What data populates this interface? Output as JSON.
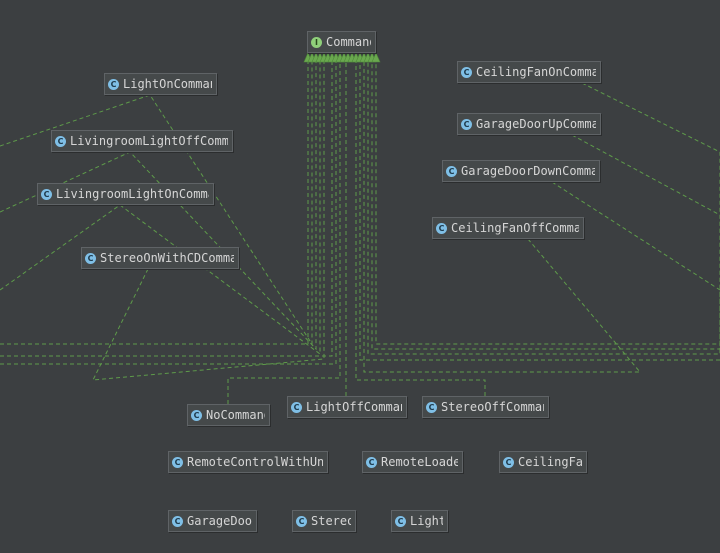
{
  "diagram": {
    "colors": {
      "background": "#3c3f41",
      "node_fill": "#45494a",
      "node_border": "#5f6366",
      "text": "#d6d6d6",
      "class_badge": "#7fbfe6",
      "interface_badge": "#8fd07a",
      "edge": "#5e9b4a"
    },
    "interface": {
      "name": "Command",
      "badge": "I"
    },
    "classes": [
      {
        "id": "LightOnCommand",
        "name": "LightOnCommand",
        "badge": "C",
        "implements": true
      },
      {
        "id": "LivingroomLightOffCommand",
        "name": "LivingroomLightOffCommanc",
        "badge": "C",
        "implements": true
      },
      {
        "id": "LivingroomLightOnCommand",
        "name": "LivingroomLightOnCommand",
        "badge": "C",
        "implements": true
      },
      {
        "id": "StereoOnWithCDCommand",
        "name": "StereoOnWithCDCommand",
        "badge": "C",
        "implements": true
      },
      {
        "id": "CeilingFanOnCommand",
        "name": "CeilingFanOnCommand",
        "badge": "C",
        "implements": true
      },
      {
        "id": "GarageDoorUpCommand",
        "name": "GarageDoorUpCommand",
        "badge": "C",
        "implements": true
      },
      {
        "id": "GarageDoorDownCommand",
        "name": "GarageDoorDownCommand",
        "badge": "C",
        "implements": true
      },
      {
        "id": "CeilingFanOffCommand",
        "name": "CeilingFanOffCommand",
        "badge": "C",
        "implements": true
      },
      {
        "id": "NoCommand",
        "name": "NoCommand",
        "badge": "C",
        "implements": true
      },
      {
        "id": "LightOffCommand",
        "name": "LightOffCommand",
        "badge": "C",
        "implements": true
      },
      {
        "id": "StereoOffCommand",
        "name": "StereoOffCommand",
        "badge": "C",
        "implements": true
      },
      {
        "id": "RemoteControlWithUndo",
        "name": "RemoteControlWithUndo",
        "badge": "C",
        "implements": false
      },
      {
        "id": "RemoteLoader",
        "name": "RemoteLoader",
        "badge": "C",
        "implements": false
      },
      {
        "id": "CeilingFan",
        "name": "CeilingFan",
        "badge": "C",
        "implements": false
      },
      {
        "id": "GarageDoor",
        "name": "GarageDoor",
        "badge": "C",
        "implements": false
      },
      {
        "id": "Stereo",
        "name": "Stereo",
        "badge": "C",
        "implements": false
      },
      {
        "id": "Light",
        "name": "Light",
        "badge": "C",
        "implements": false
      }
    ]
  }
}
